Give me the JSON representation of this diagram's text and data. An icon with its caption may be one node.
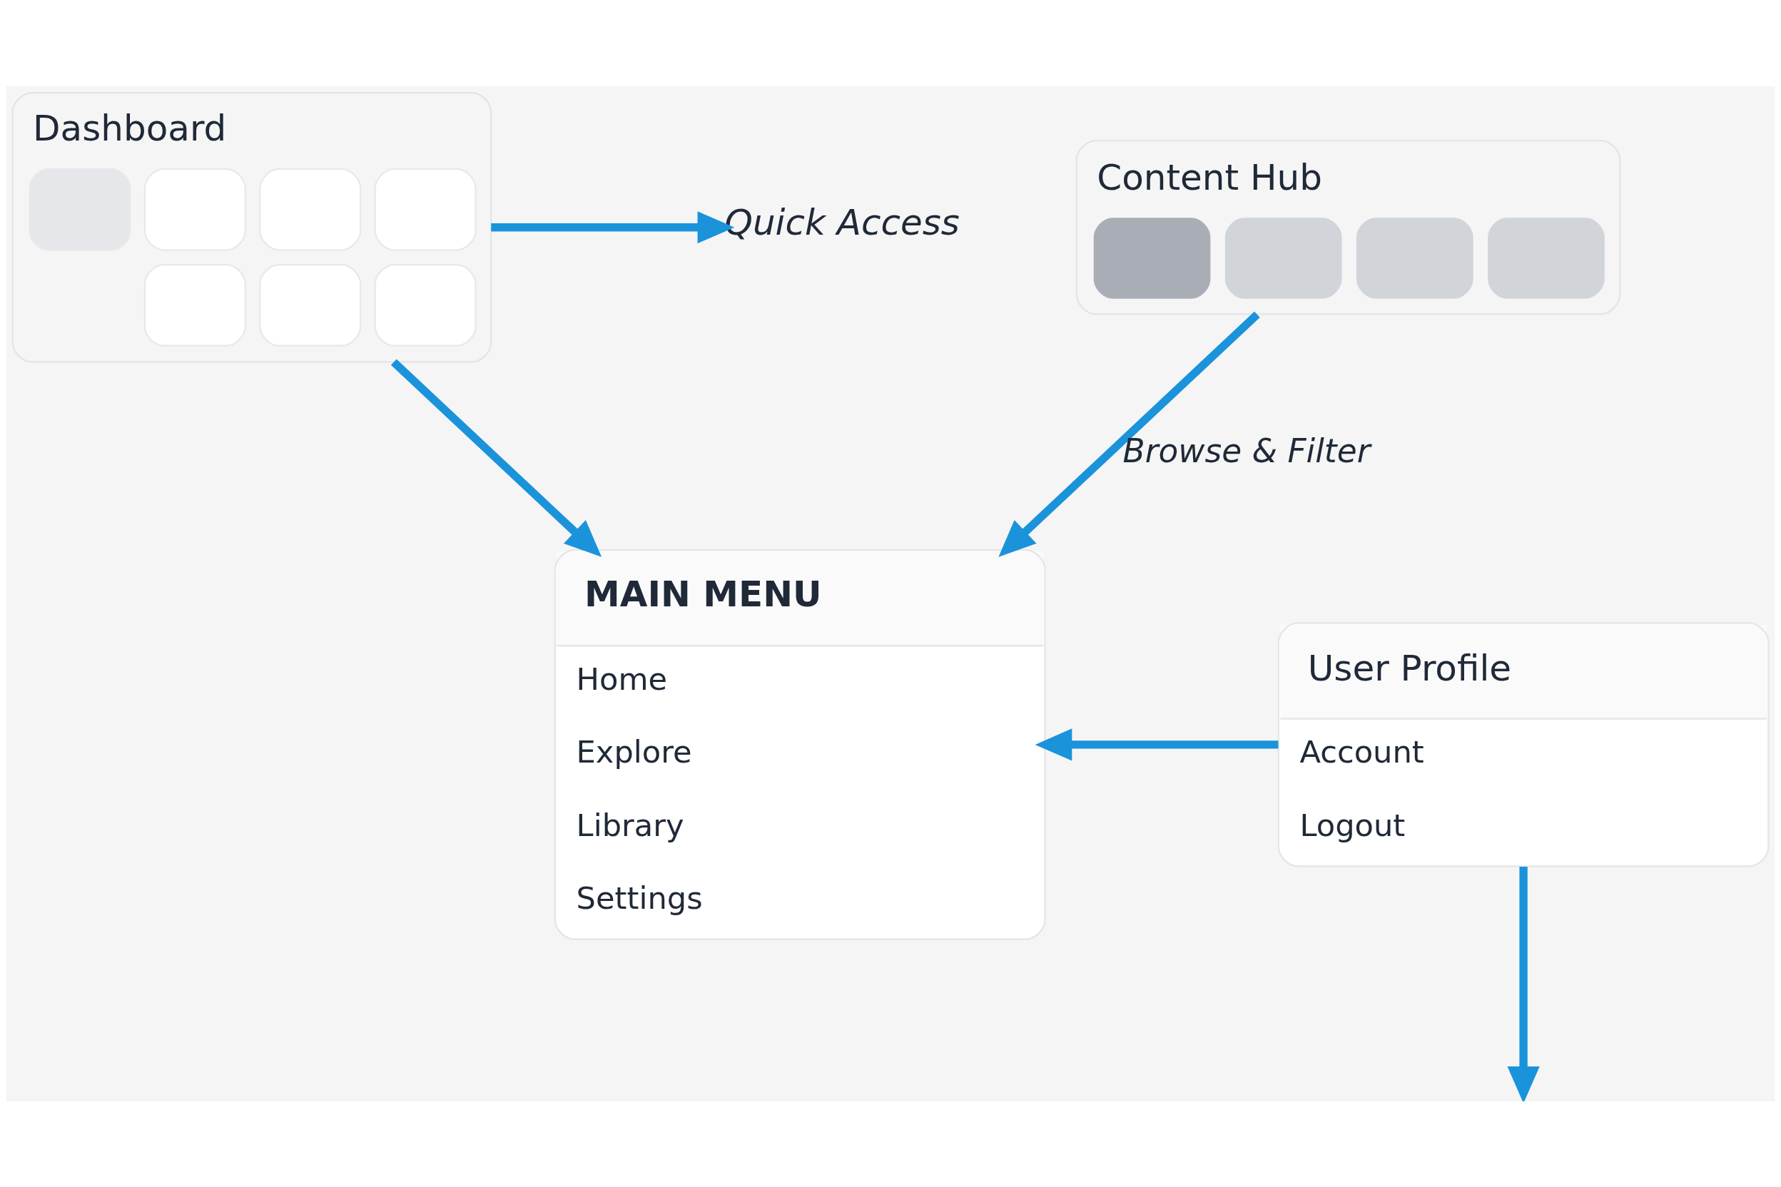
{
  "diagram": {
    "nodes": [
      {
        "text": [
          "Dashboard"
        ]
      },
      {
        "text": [
          "Quick Access"
        ]
      },
      {
        "text": [
          "Content Hub"
        ]
      },
      {
        "text": [
          "MAIN MENU",
          "Home",
          "Explore",
          "Library",
          "Settings"
        ]
      },
      {
        "text": [
          "User Profile",
          "Account",
          "Logout"
        ]
      }
    ],
    "edges": [
      {
        "from": 0,
        "to": 1,
        "arrow": "to"
      },
      {
        "from": 0,
        "to": 3,
        "arrow": "to"
      },
      {
        "from": 2,
        "to": 3,
        "arrow": "to",
        "label": "Browse & Filter"
      },
      {
        "from": 4,
        "to": 3,
        "arrow": "to"
      },
      {
        "from": 4,
        "to": null,
        "arrow": "to"
      }
    ]
  }
}
